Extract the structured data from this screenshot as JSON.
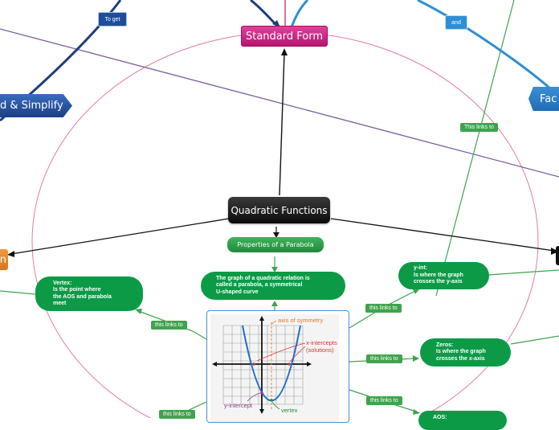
{
  "nodes": {
    "standard_form": "Standard Form",
    "quadratic_functions": "Quadratic Functions",
    "properties": "Properties of a Parabola",
    "expand_simplify": "d & Simplify",
    "factored": "Fac",
    "left_partial": "n"
  },
  "labels": {
    "to_get": "To get",
    "and": "and",
    "this_links_to_cap": "This links to",
    "this_links_to": "this links to"
  },
  "bubbles": {
    "parabola_def": "The graph of a quadratic relation is\ncalled a parabola, a symmetrical\nU-shaped curve",
    "vertex": "Vertex:\nIs the point where\nthe AOS and parabola\nmeet",
    "y_int": "y-int:\nIs where the graph\ncrosses the y-axis",
    "zeros": "Zeros:\nIs where the graph\ncrosses the x-axis",
    "aos": "AOS:"
  },
  "figure": {
    "axis_of_symmetry": "axis of symmetry",
    "x_intercepts": "x-intercepts",
    "solutions": "(solutions)",
    "y_intercept": "y-intercept",
    "vertex": "vertex"
  },
  "colors": {
    "green": "#0c9a47",
    "label_green": "#3fa34d",
    "dark_blue": "#1f4e99",
    "pink": "#c2185b",
    "purple": "#7a5fa0",
    "black_node": "#111111"
  }
}
